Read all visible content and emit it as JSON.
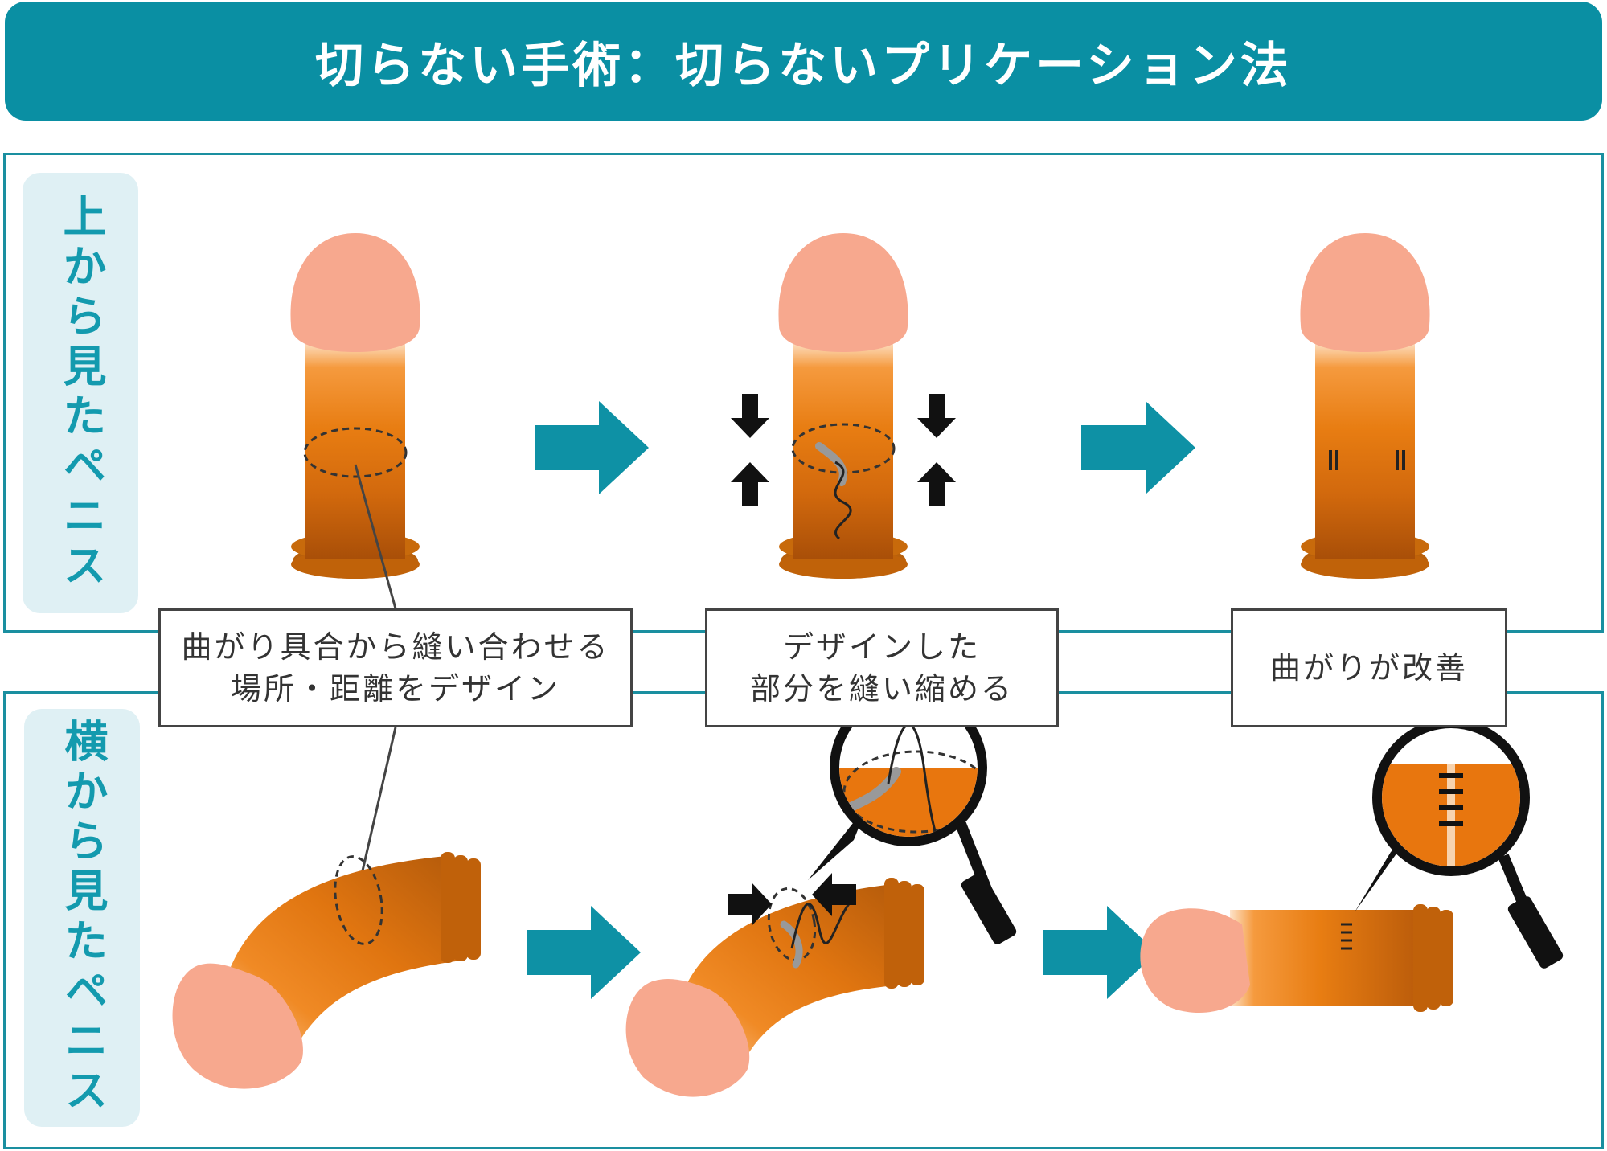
{
  "title": "切らない手術：切らないプリケーション法",
  "rows": {
    "top_label": "上から見たペニス",
    "bottom_label": "横から見たペニス"
  },
  "steps": [
    {
      "caption": "曲がり具合から縫い合わせる\n場所・距離をデザイン"
    },
    {
      "caption": "デザインした\n部分を縫い縮める"
    },
    {
      "caption": "曲がりが改善"
    }
  ],
  "colors": {
    "accent": "#0a8fa3",
    "label_bg": "#dff0f4",
    "shaft": "#e0780c",
    "glans": "#f7a88e"
  }
}
